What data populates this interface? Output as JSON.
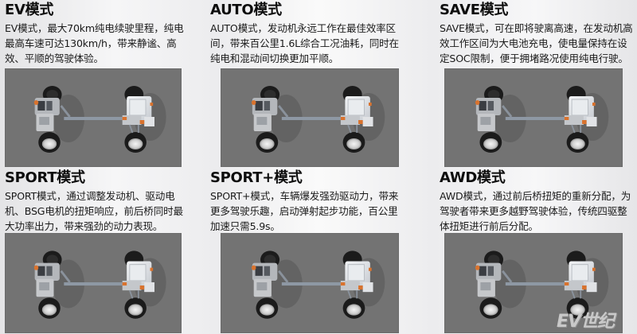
{
  "modes": [
    {
      "id": "ev",
      "title": "EV模式",
      "lines": [
        "EV模式，最大70km纯电续驶里程，纯电",
        "最高车速可达130km/h，带来静谧、高",
        "效、平顺的驾驶体验。"
      ],
      "image": "hybrid-chassis-diagram"
    },
    {
      "id": "auto",
      "title": "AUTO模式",
      "lines": [
        "AUTO模式，发动机永远工作在最佳效率区",
        "间，带来百公里1.6L综合工况油耗，同时在",
        "纯电和混动间切换更加平顺。"
      ],
      "image": "hybrid-chassis-diagram"
    },
    {
      "id": "save",
      "title": "SAVE模式",
      "lines": [
        "SAVE模式，可在即将驶离高速，在发动机高",
        "效工作区间为大电池充电，使电量保持在设",
        "定SOC限制，便于拥堵路况使用纯电行驶。"
      ],
      "image": "hybrid-chassis-diagram"
    },
    {
      "id": "sport",
      "title": "SPORT模式",
      "lines": [
        "SPORT模式，通过调整发动机、驱动电",
        "机、BSG电机的扭矩响应，前后桥同时最",
        "大功率出力，带来强劲的动力表现。"
      ],
      "image": "hybrid-chassis-diagram"
    },
    {
      "id": "sport-plus",
      "title": "SPORT+模式",
      "lines": [
        "SPORT+模式，车辆爆发强劲驱动力，带来",
        "更多驾驶乐趣，启动弹射起步功能，百公里",
        "加速只需5.9s。"
      ],
      "image": "hybrid-chassis-diagram"
    },
    {
      "id": "awd",
      "title": "AWD模式",
      "lines": [
        "AWD模式，通过前后桥扭矩的重新分配，为",
        "驾驶者带来更多越野驾驶体验，传统四驱整",
        "体扭矩进行前后分配。"
      ],
      "image": "hybrid-chassis-diagram"
    }
  ],
  "watermark": "EV世纪",
  "colors": {
    "image_bg": "#737373",
    "title": "#0d0d0d",
    "body_text": "#1a1a1a",
    "orange_accent": "#d9732e"
  }
}
